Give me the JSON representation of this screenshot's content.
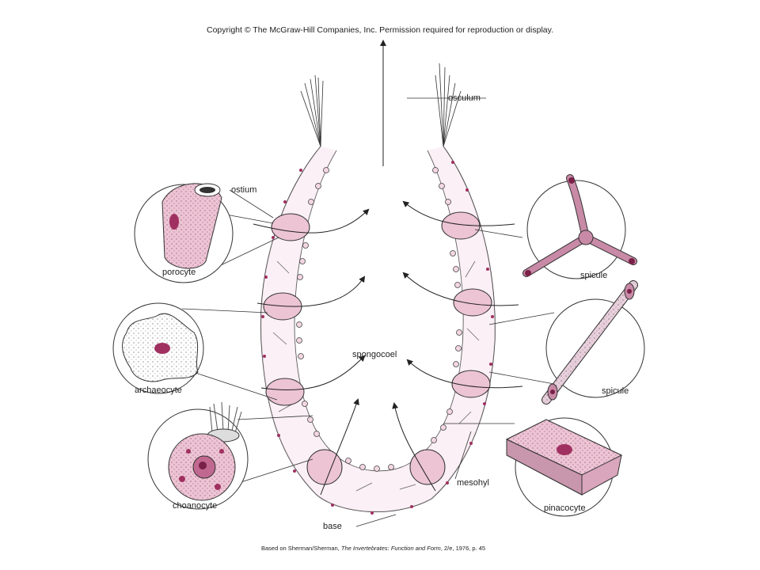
{
  "copyright": "Copyright © The McGraw-Hill Companies, Inc. Permission required for reproduction or display.",
  "labels": {
    "osculum": "osculum",
    "ostium": "ostium",
    "porocyte": "porocyte",
    "archaeocyte": "archaeocyte",
    "choanocyte": "choanocyte",
    "spongocoel": "spongocoel",
    "spicule_1": "spicule",
    "spicule_2": "spicule",
    "mesohyl": "mesohyl",
    "pinacocyte": "pinacocyte",
    "base": "base"
  },
  "credit": {
    "prefix": "Based on Sherman/Sherman, ",
    "title": "The Invertebrates: Function and Form",
    "suffix": ", 2/e, 1976, p. 45"
  },
  "colors": {
    "cell_pink": "#e8b8cc",
    "nucleus": "#a03060",
    "outline": "#333333",
    "spicule_fill": "#c88aa6"
  }
}
